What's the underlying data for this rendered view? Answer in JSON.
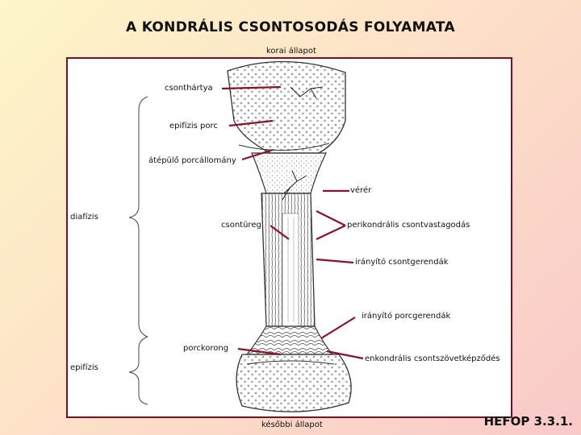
{
  "title": "A KONDRÁLIS CSONTOSODÁS FOLYAMATA",
  "top_caption": "korai állapot",
  "bottom_caption": "későbbi állapot",
  "labels": {
    "csonthartya": "csonthártya",
    "epifizis_porc": "epifízis porc",
    "atepulo": "átépülő porcállomány",
    "verer": "vérér",
    "diafizis": "diafízis",
    "csontureg": "csontüreg",
    "perikondralis": "perikondrális csontvastagodás",
    "iranyito_csont": "irányító csontgerendák",
    "iranyito_porc": "irányító porcgerendák",
    "porckorong": "porckorong",
    "enkondralis": "enkondrális csontszövetképződés",
    "epifizis": "epifízis"
  },
  "footer_code": "HEFOP 3.3.1.",
  "colors": {
    "frame": "#7a1020",
    "pointer": "#8b1028",
    "bone_outline": "#333333"
  }
}
